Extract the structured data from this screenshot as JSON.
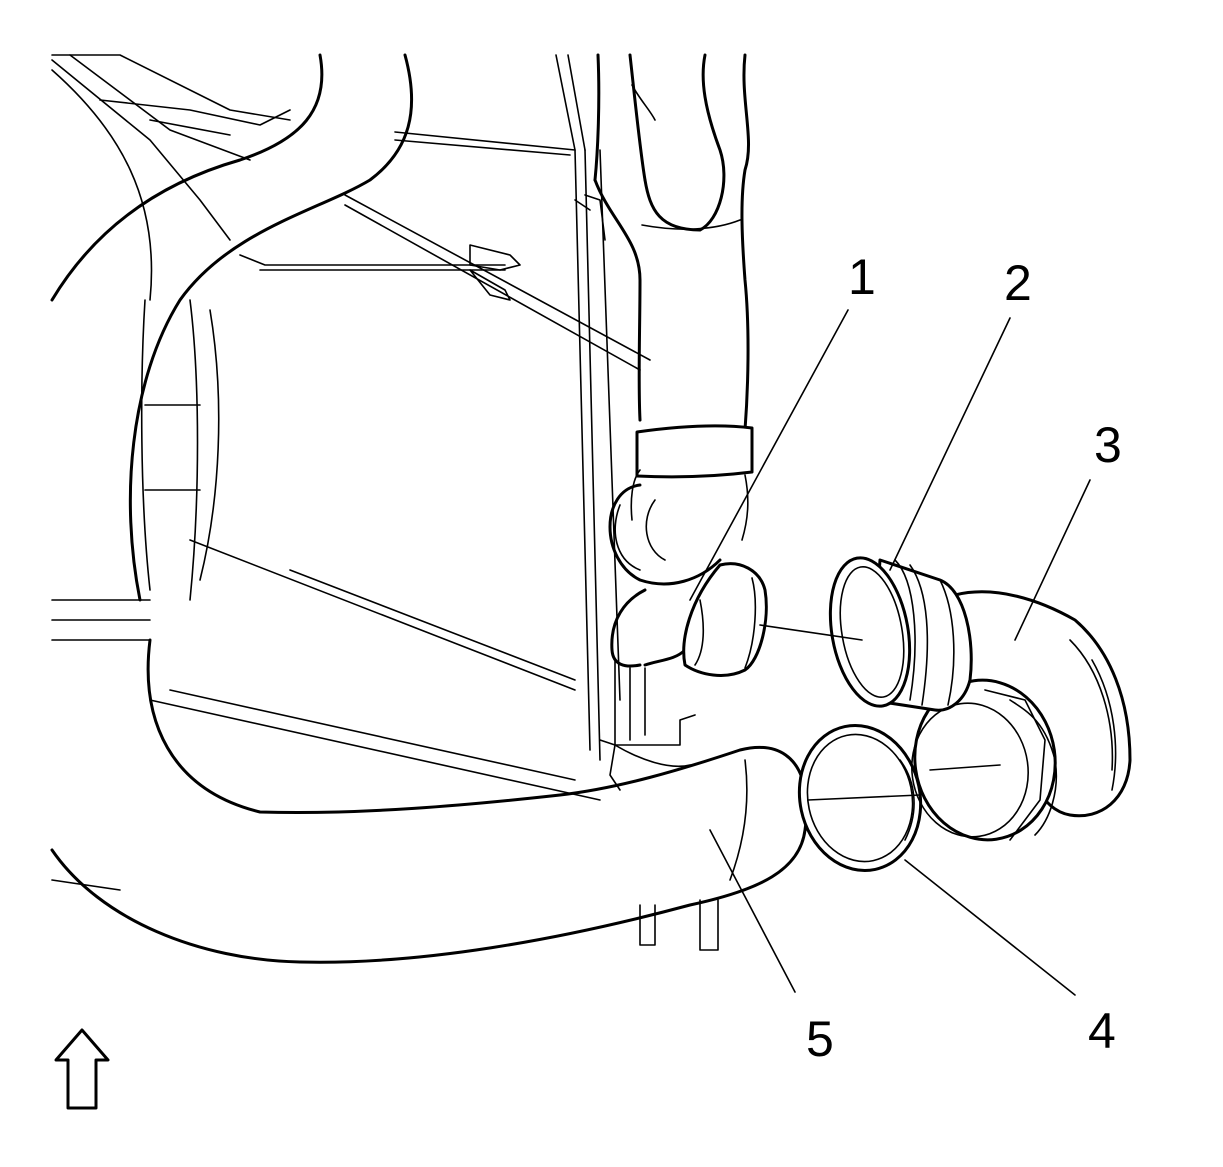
{
  "callouts": {
    "label_1": "1",
    "label_2": "2",
    "label_3": "3",
    "label_4": "4",
    "label_5": "5"
  },
  "icons": {
    "orientation_arrow": "up-arrow-icon"
  },
  "colors": {
    "line": "#000000",
    "background": "#ffffff"
  }
}
